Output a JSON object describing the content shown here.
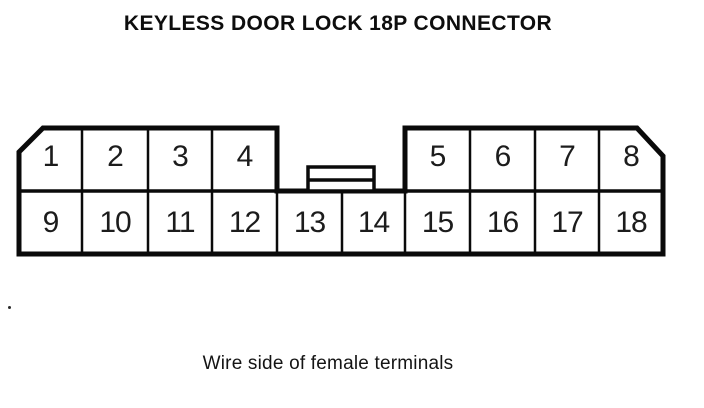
{
  "title": "KEYLESS DOOR LOCK 18P CONNECTOR",
  "caption": "Wire side of female terminals",
  "connector": {
    "rows": [
      {
        "name": "top",
        "pins": [
          "1",
          "2",
          "3",
          "4",
          "5",
          "6",
          "7",
          "8"
        ]
      },
      {
        "name": "bottom",
        "pins": [
          "9",
          "10",
          "11",
          "12",
          "13",
          "14",
          "15",
          "16",
          "17",
          "18"
        ]
      }
    ]
  },
  "colors": {
    "line": "#0a0a0a",
    "background": "#ffffff",
    "text": "#1c1c1c"
  }
}
